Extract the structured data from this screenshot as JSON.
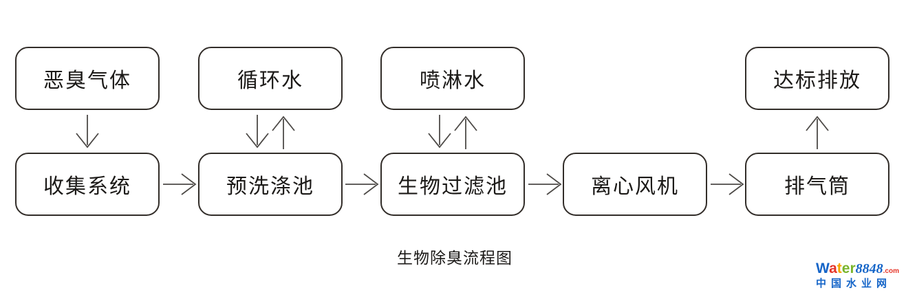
{
  "diagram": {
    "caption": "生物除臭流程图",
    "input_nodes": [
      {
        "id": "odor-gas",
        "label": "恶臭气体"
      },
      {
        "id": "circulating-water",
        "label": "循环水"
      },
      {
        "id": "spray-water",
        "label": "喷淋水"
      },
      {
        "id": "compliant-discharge",
        "label": "达标排放"
      }
    ],
    "process_nodes": [
      {
        "id": "collection-system",
        "label": "收集系统"
      },
      {
        "id": "pre-wash-tank",
        "label": "预洗涤池"
      },
      {
        "id": "biofilter-tank",
        "label": "生物过滤池"
      },
      {
        "id": "centrifugal-fan",
        "label": "离心风机"
      },
      {
        "id": "exhaust-stack",
        "label": "排气筒"
      }
    ],
    "flow": "恶臭气体→收集系统→预洗涤池→生物过滤池→离心风机→排气筒→达标排放; 循环水⇄预洗涤池; 喷淋水⇄生物过滤池"
  },
  "watermark": {
    "brand": {
      "w": "W",
      "a": "a",
      "t": "t",
      "e": "e",
      "r": "r",
      "number": "8848",
      "tld": ".com"
    },
    "site_name": "中国水业网"
  },
  "colors": {
    "background": "#ffffff",
    "box_border": "#322d29",
    "arrow": "#4d4a47",
    "text": "#1c1a18",
    "brand_blue": "#1565c8",
    "brand_red": "#e53528",
    "brand_orange": "#f5a500",
    "brand_green": "#7ab52c"
  }
}
